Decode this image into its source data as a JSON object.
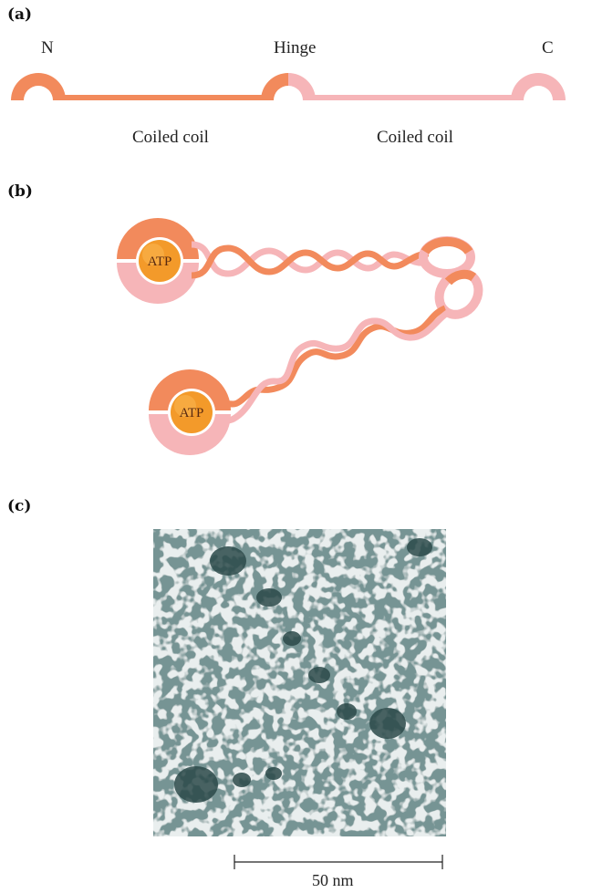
{
  "panels": {
    "a": "(a)",
    "b": "(b)",
    "c": "(c)"
  },
  "panel_a": {
    "n_label": "N",
    "hinge_label": "Hinge",
    "c_label": "C",
    "coil_left": "Coiled coil",
    "coil_right": "Coiled coil"
  },
  "panel_b": {
    "atp_top": "ATP",
    "atp_bottom": "ATP"
  },
  "panel_c": {
    "scale_label": "50 nm"
  },
  "colors": {
    "dark_orange": "#f28a5c",
    "light_pink": "#f6b5b8",
    "atp_orange": "#f39a2a"
  }
}
